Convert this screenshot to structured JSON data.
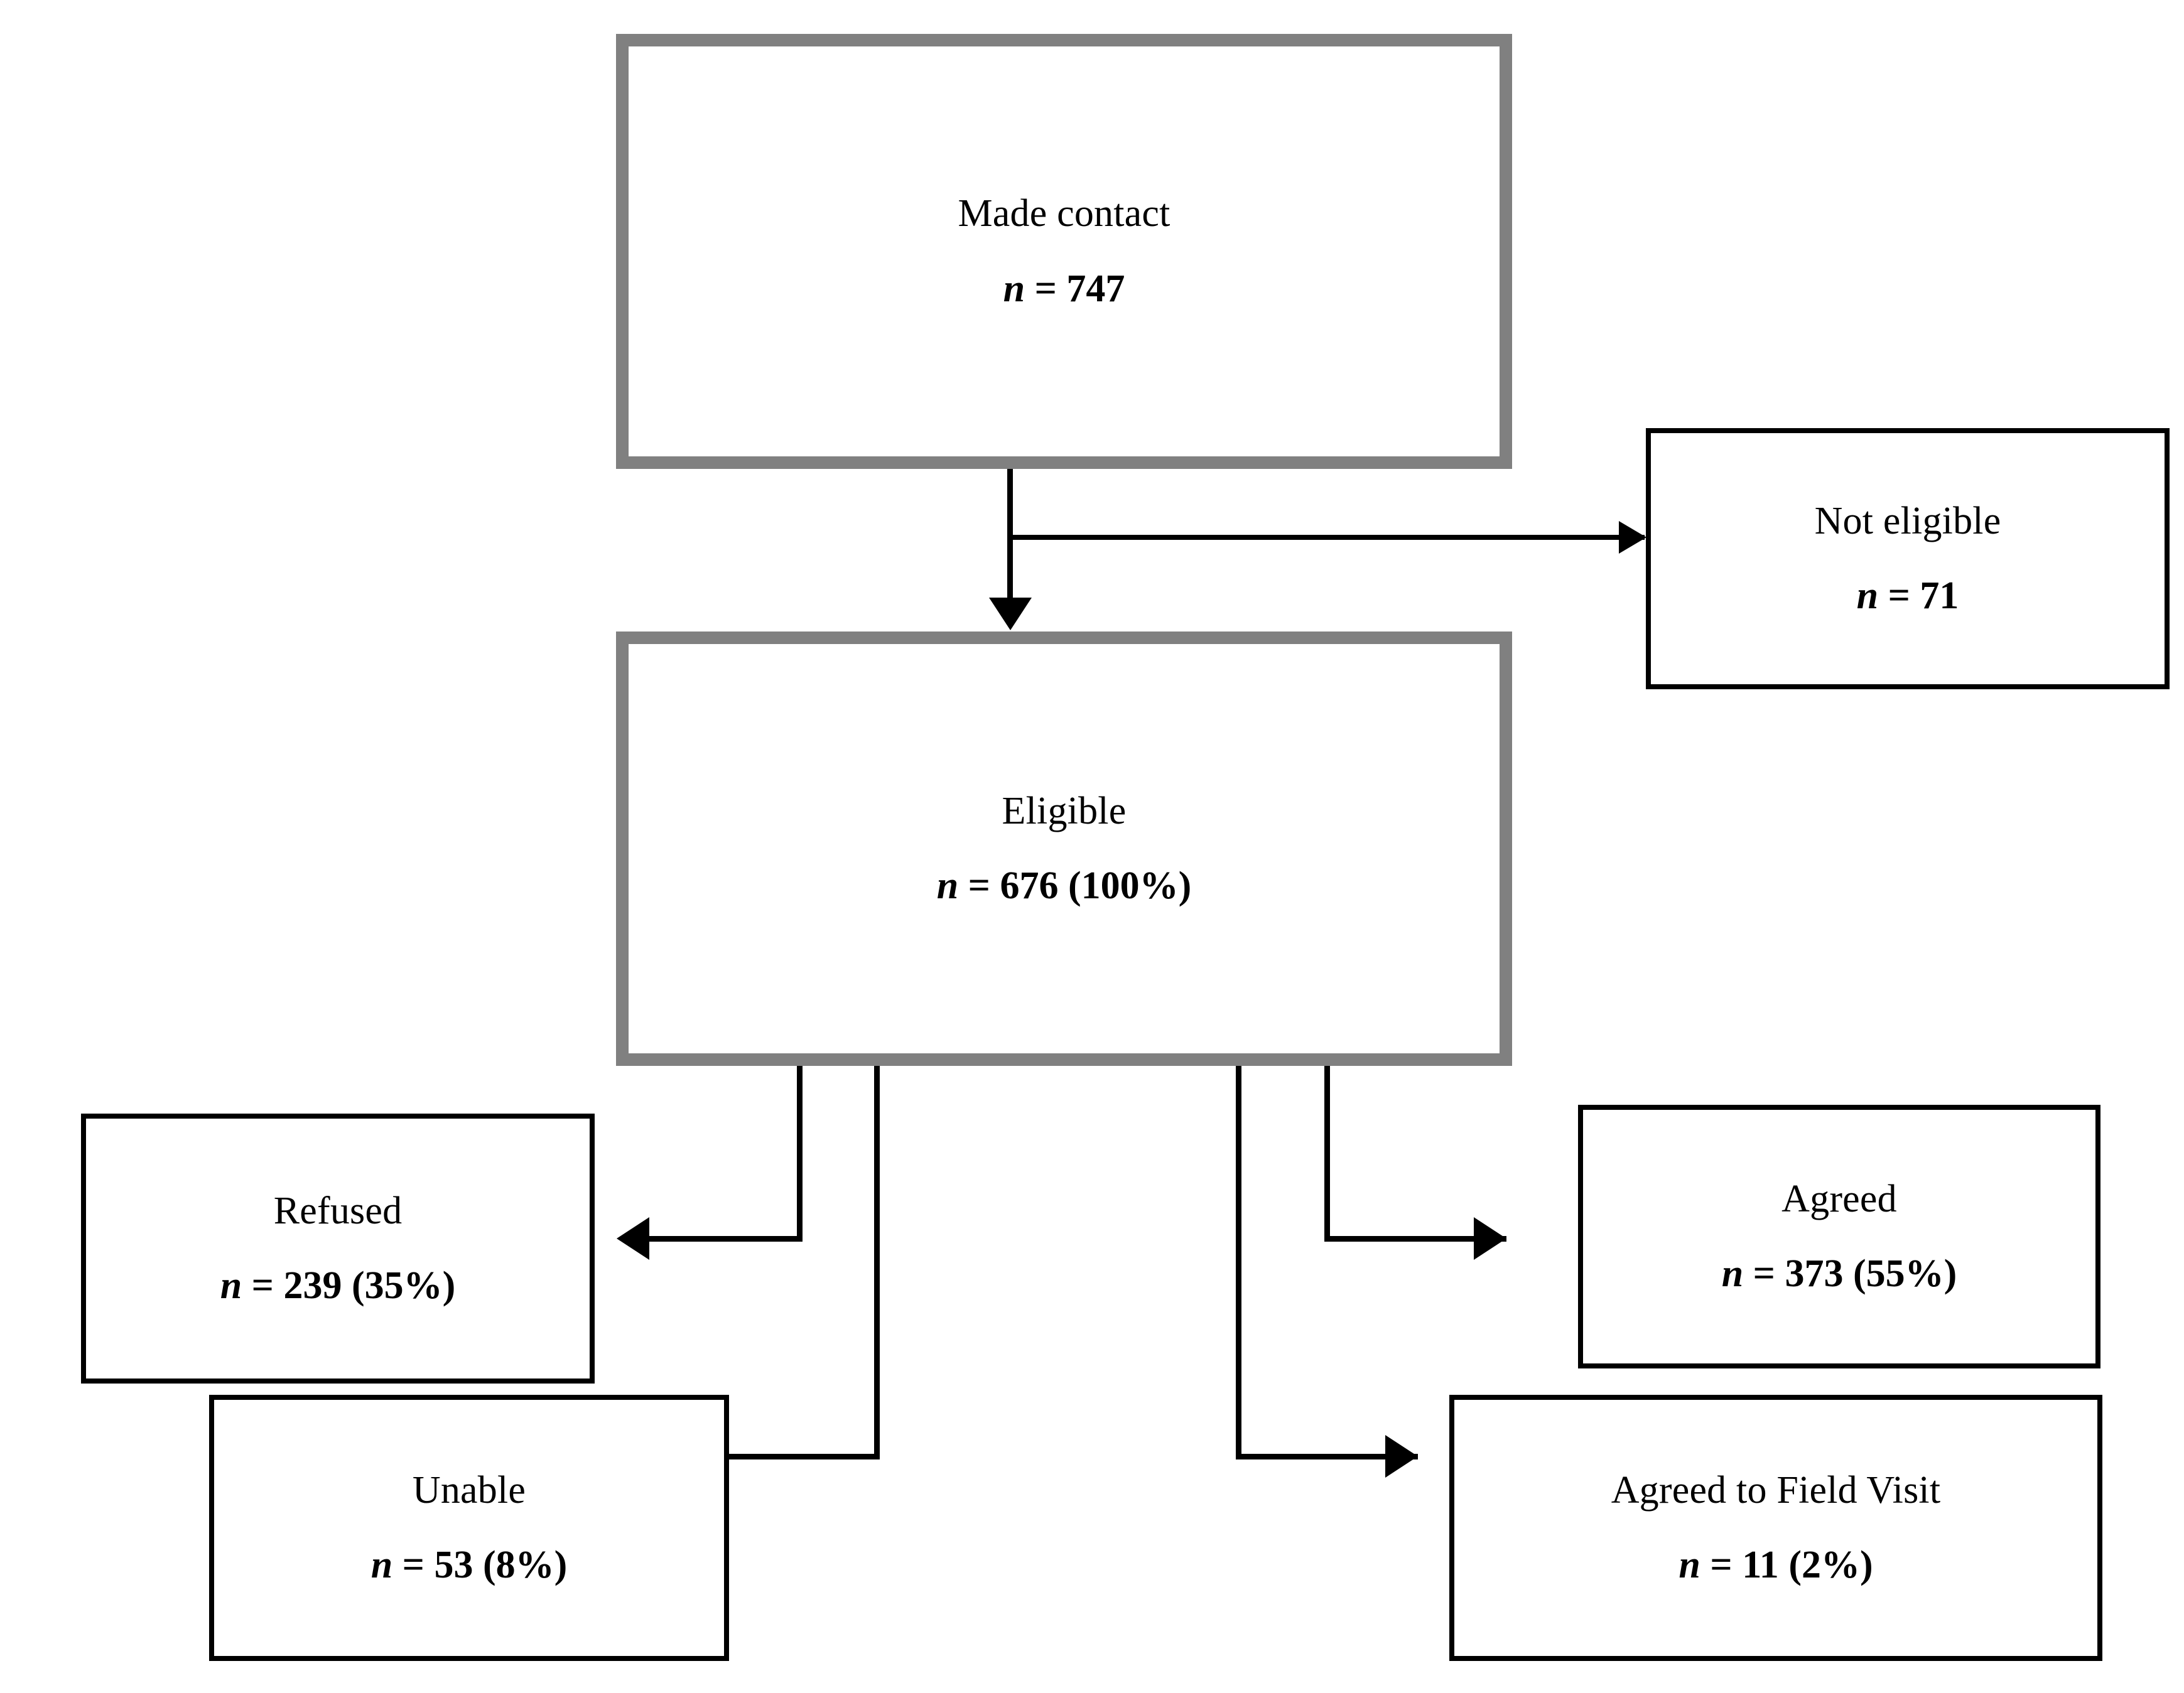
{
  "diagram": {
    "type": "flowchart",
    "orientation": "top-down",
    "colors": {
      "primary_border": "#808080",
      "secondary_border": "#000000",
      "background": "#ffffff",
      "text": "#000000",
      "connector": "#000000"
    },
    "nodes": [
      {
        "id": "made-contact",
        "title": "Made contact",
        "count_label": "n = 747",
        "n_symbol": "n",
        "equals": " = ",
        "value": "747",
        "percent": null,
        "style": "primary"
      },
      {
        "id": "not-eligible",
        "title": "Not eligible",
        "count_label": "n = 71",
        "n_symbol": "n",
        "equals": " = ",
        "value": "71",
        "percent": null,
        "style": "secondary"
      },
      {
        "id": "eligible",
        "title": "Eligible",
        "count_label": "n = 676 (100%)",
        "n_symbol": "n",
        "equals": " = ",
        "value": "676",
        "percent": "(100%)",
        "style": "primary"
      },
      {
        "id": "refused",
        "title": "Refused",
        "count_label": "n = 239 (35%)",
        "n_symbol": "n",
        "equals": " = ",
        "value": "239",
        "percent": "(35%)",
        "style": "secondary"
      },
      {
        "id": "unable",
        "title": "Unable",
        "count_label": "n = 53 (8%)",
        "n_symbol": "n",
        "equals": " = ",
        "value": "53",
        "percent": "(8%)",
        "style": "secondary"
      },
      {
        "id": "agreed",
        "title": "Agreed",
        "count_label": "n = 373 (55%)",
        "n_symbol": "n",
        "equals": " = ",
        "value": "373",
        "percent": "(55%)",
        "style": "secondary"
      },
      {
        "id": "agreed-field-visit",
        "title": "Agreed to Field Visit",
        "count_label": "n = 11 (2%)",
        "n_symbol": "n",
        "equals": " = ",
        "value": "11",
        "percent": "(2%)",
        "style": "secondary"
      }
    ],
    "edges": [
      {
        "from": "made-contact",
        "to": "eligible",
        "direction": "down"
      },
      {
        "from": "made-contact",
        "to": "not-eligible",
        "direction": "right"
      },
      {
        "from": "eligible",
        "to": "refused",
        "direction": "left"
      },
      {
        "from": "eligible",
        "to": "unable",
        "direction": "left"
      },
      {
        "from": "eligible",
        "to": "agreed",
        "direction": "right"
      },
      {
        "from": "eligible",
        "to": "agreed-field-visit",
        "direction": "right"
      }
    ]
  },
  "chart_data": {
    "type": "table",
    "title": "Participant recruitment flow",
    "categories": [
      "Made contact",
      "Not eligible",
      "Eligible",
      "Refused",
      "Unable",
      "Agreed",
      "Agreed to Field Visit"
    ],
    "values": [
      747,
      71,
      676,
      239,
      53,
      373,
      11
    ],
    "percentages": [
      null,
      null,
      100,
      35,
      8,
      55,
      2
    ],
    "xlabel": "",
    "ylabel": "n"
  }
}
